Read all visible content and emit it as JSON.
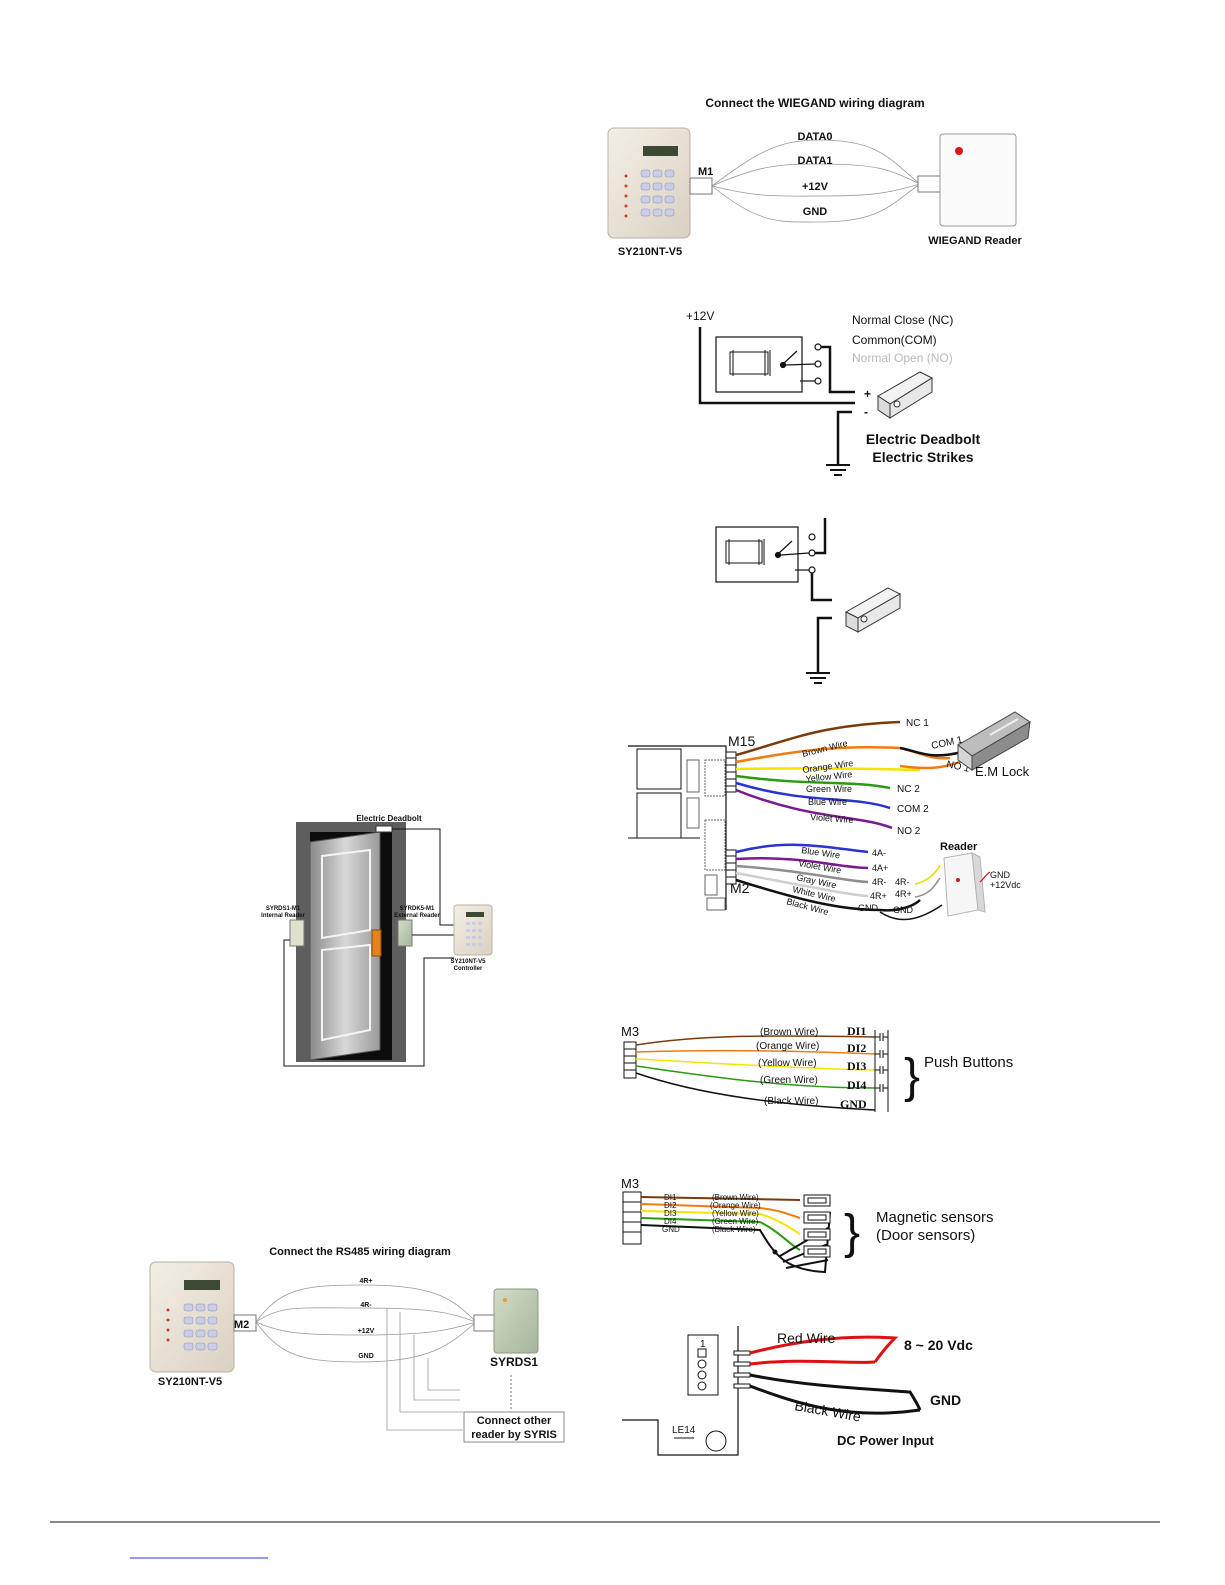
{
  "wiegand": {
    "title": "Connect the WIEGAND wiring diagram",
    "port": "M1",
    "wires": [
      "DATA0",
      "DATA1",
      "+12V",
      "GND"
    ],
    "controller": "SY210NT-V5",
    "reader": "WIEGAND Reader"
  },
  "relay_strike": {
    "supply": "+12V",
    "nc": "Normal Close (NC)",
    "com": "Common(COM)",
    "no": "Normal Open (NO)",
    "plus": "+",
    "minus": "-",
    "device_line1": "Electric Deadbolt",
    "device_line2": "Electric Strikes"
  },
  "lock_wiring": {
    "port_top": "M15",
    "port_bottom": "M2",
    "relay_wires": [
      "Brown Wire",
      "Orange Wire",
      "Yellow Wire",
      "Green Wire",
      "Blue Wire",
      "Violet Wire"
    ],
    "relay_terms": [
      "NC 1",
      "COM 1",
      "NO 1",
      "NC 2",
      "COM 2",
      "NO 2"
    ],
    "lock_label": "E.M  Lock",
    "reader_wires": [
      "Blue Wire",
      "Violet Wire",
      "Gray Wire",
      "White Wire",
      "Black Wire"
    ],
    "reader_terms": [
      "4A-",
      "4A+",
      "4R-",
      "4R+",
      "GND"
    ],
    "reader_terms_right": [
      "4R-",
      "4R+",
      "GND"
    ],
    "reader_label": "Reader",
    "reader_power": [
      "GND",
      "+12Vdc"
    ]
  },
  "door": {
    "deadbolt": "Electric Deadbolt",
    "internal": [
      "SYRDS1-M1",
      "Internal Reader"
    ],
    "external": [
      "SYRDK5-M1",
      "External Reader"
    ],
    "controller": [
      "SY210NT-V5",
      "Controller"
    ]
  },
  "push_buttons": {
    "port": "M3",
    "wires": [
      "(Brown Wire)",
      "(Orange Wire)",
      "(Yellow Wire)",
      "(Green Wire)",
      "(Black Wire)"
    ],
    "terms": [
      "DI1",
      "DI2",
      "DI3",
      "DI4",
      "GND"
    ],
    "label": "Push Buttons"
  },
  "magnetic": {
    "port": "M3",
    "terms": [
      "DI1",
      "DI2",
      "DI3",
      "DI4",
      "GND"
    ],
    "wires": [
      "(Brown Wire)",
      "(Orange Wire)",
      "(Yellow Wire)",
      "(Green Wire)",
      "(Black Wire)"
    ],
    "label1": "Magnetic sensors",
    "label2": "(Door sensors)"
  },
  "rs485": {
    "title": "Connect the RS485 wiring diagram",
    "port": "M2",
    "wires": [
      "4R+",
      "4R-",
      "+12V",
      "GND"
    ],
    "controller": "SY210NT-V5",
    "reader": "SYRDS1",
    "other1": "Connect other",
    "other2": "reader  by SYRIS"
  },
  "power": {
    "pin": "1",
    "red": "Red Wire",
    "voltage": "8 ~ 20 Vdc",
    "black": "Black Wire",
    "gnd": "GND",
    "caption": "DC Power Input",
    "led": "LE14"
  }
}
